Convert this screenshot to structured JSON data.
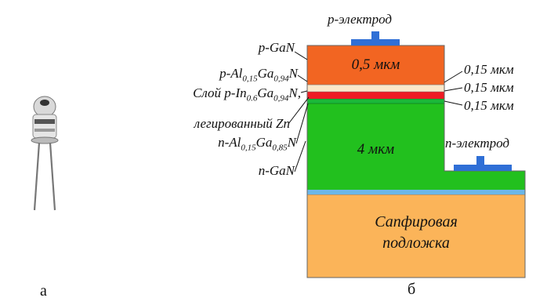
{
  "panel_a": {
    "letter": "а"
  },
  "panel_b": {
    "letter": "б"
  },
  "electrodes": {
    "p": "p-электрод",
    "n": "n-электрод"
  },
  "layers": {
    "p_gan": {
      "name": "p-GaN",
      "thickness": "0,5 мкм",
      "color": "#f26522"
    },
    "p_algan": {
      "name_main": "p-Al",
      "sub1": "0,15",
      "mid": "Ga",
      "sub2": "0,94",
      "end": "N",
      "thickness": "0,15 мкм",
      "color": "#fbe8c9"
    },
    "ingan": {
      "name_main": "Слой p-In",
      "sub1": "0.6",
      "mid": "Ga",
      "sub2": "0,94",
      "end": "N,",
      "thickness": "0,15 мкм",
      "color": "#ee1c24"
    },
    "doped": {
      "name": "легированный Zn",
      "color": "#1a9a3c"
    },
    "n_algan": {
      "name_main": "n-Al",
      "sub1": "0,15",
      "mid": "Ga",
      "sub2": "0,85",
      "end": "N",
      "thickness": "0,15 мкм",
      "color": "#1ab93a"
    },
    "n_gan": {
      "name": "n-GaN",
      "thickness": "4 мкм",
      "color": "#22c01e"
    },
    "thin_blue": {
      "color": "#6ab7e8"
    },
    "substrate": {
      "line1": "Сапфировая",
      "line2": "подложка",
      "color": "#fbb459"
    }
  }
}
